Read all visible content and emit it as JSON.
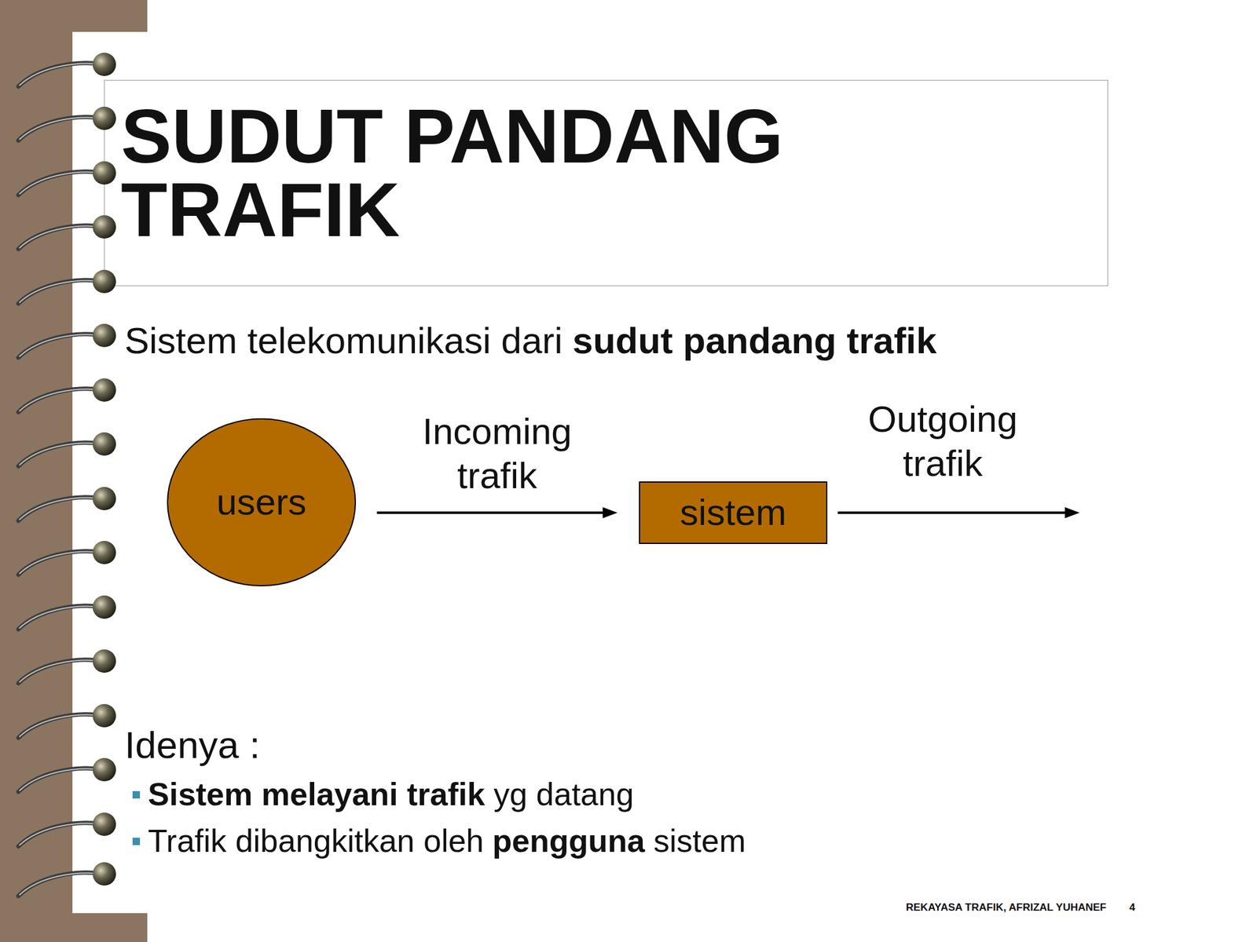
{
  "diagram": {
    "title": "SUDUT PANDANG TRAFIK",
    "nodes": [
      {
        "text": [
          "users"
        ]
      },
      {
        "text": [
          "sistem"
        ]
      }
    ],
    "edges": [
      {
        "from": 0,
        "to": 1,
        "label": "Incoming trafik",
        "arrow": "to"
      }
    ],
    "labels": [
      "Sistem telekomunikasi dari",
      "sudut pandang trafik",
      "Outgoing trafik",
      "Idenya :",
      "Sistem melayani trafik",
      "yg datang",
      "Trafik dibangkitkan oleh",
      "pengguna",
      "sistem",
      "REKAYASA TRAFIK, AFRIZAL YUHANEF",
      "4"
    ]
  }
}
